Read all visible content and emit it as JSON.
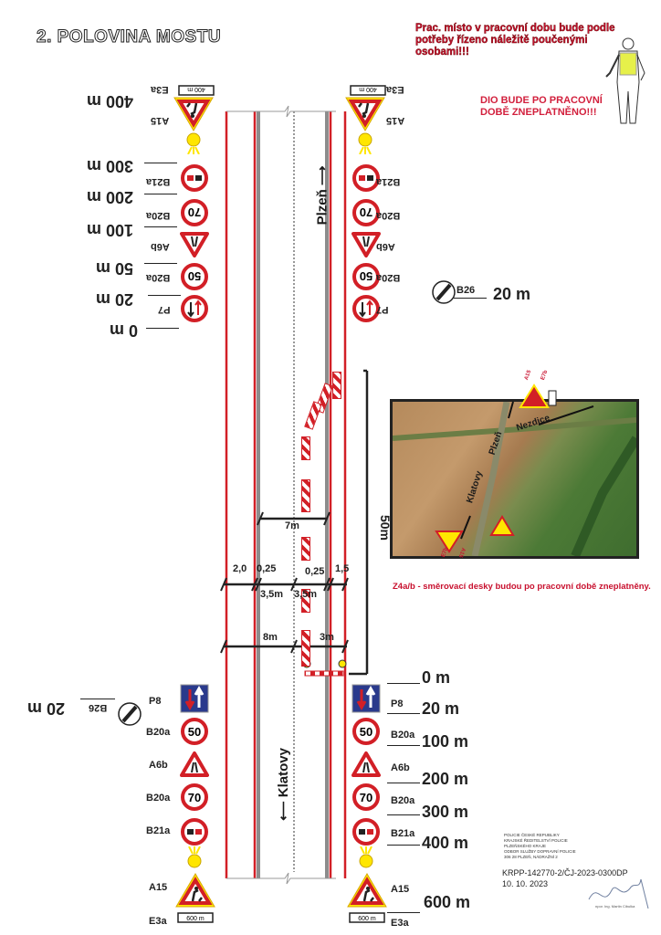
{
  "title": "2. POLOVINA MOSTU",
  "notice": {
    "warning": "Prac. místo v pracovní dobu bude podle potřeby řízeno náležitě poučenými osobami!!!",
    "dio": [
      "DIO BUDE PO PRACOVNÍ",
      "DOBĚ ZNEPLATNĚNO!!!"
    ]
  },
  "upper": {
    "signs": [
      {
        "code": "E3a",
        "plate": "400 m"
      },
      {
        "code": "A15"
      },
      {
        "code": "B21a"
      },
      {
        "code": "B20a",
        "value": "70"
      },
      {
        "code": "A6b"
      },
      {
        "code": "B20a",
        "value": "50"
      },
      {
        "code": "P7"
      }
    ],
    "distances": [
      "400 m",
      "300 m",
      "200 m",
      "100 m",
      "50 m",
      "20 m",
      "0 m"
    ],
    "b26": {
      "code": "B26",
      "distance": "20 m"
    }
  },
  "lower": {
    "signs": [
      {
        "code": "P8"
      },
      {
        "code": "B20a",
        "value": "50"
      },
      {
        "code": "A6b"
      },
      {
        "code": "B20a",
        "value": "70"
      },
      {
        "code": "B21a"
      },
      {
        "code": "A15"
      },
      {
        "code": "E3a",
        "plate": "600 m"
      }
    ],
    "distances": [
      "0 m",
      "20 m",
      "100 m",
      "200 m",
      "300 m",
      "400 m",
      "600 m"
    ],
    "b26": {
      "code": "B26",
      "distance": "20 m"
    }
  },
  "road": {
    "north": "Plzeň",
    "south": "Klatovy"
  },
  "dimensions": {
    "length": "50m",
    "closed_width": "7m",
    "top_row": [
      "2,0",
      "0,25",
      "0,25",
      "1,5"
    ],
    "lanes": [
      "3,5m",
      "3,5m"
    ],
    "bottom_row": [
      "8m",
      "3m"
    ]
  },
  "map": {
    "labels": [
      "Nezdice",
      "Plzeň",
      "Klatovy"
    ],
    "sign_codes": [
      "A15",
      "E7b",
      "A15",
      "E7b"
    ],
    "caption": "Z4a/b - směrovací desky budou po pracovní době zneplatněny."
  },
  "stamp": {
    "lines": [
      "POLICIE ČESKÉ REPUBLIKY",
      "KRAJSKÉ ŘEDITELSTVÍ POLICIE",
      "PLZEŇSKÉHO KRAJE",
      "ODBOR SLUŽBY DOPRAVNÍ POLICIE",
      "306 28 PLZEŇ, NÁDRAŽNÍ 2"
    ],
    "reference": "KRPP-142770-2/ČJ-2023-0300DP",
    "date": "10. 10. 2023",
    "signer": "npor. Ing. Martin Cibulka"
  },
  "colors": {
    "red": "#d21f26",
    "yellow": "#ffe600",
    "blue": "#2a3a8c",
    "gray": "#8c8c8c"
  }
}
